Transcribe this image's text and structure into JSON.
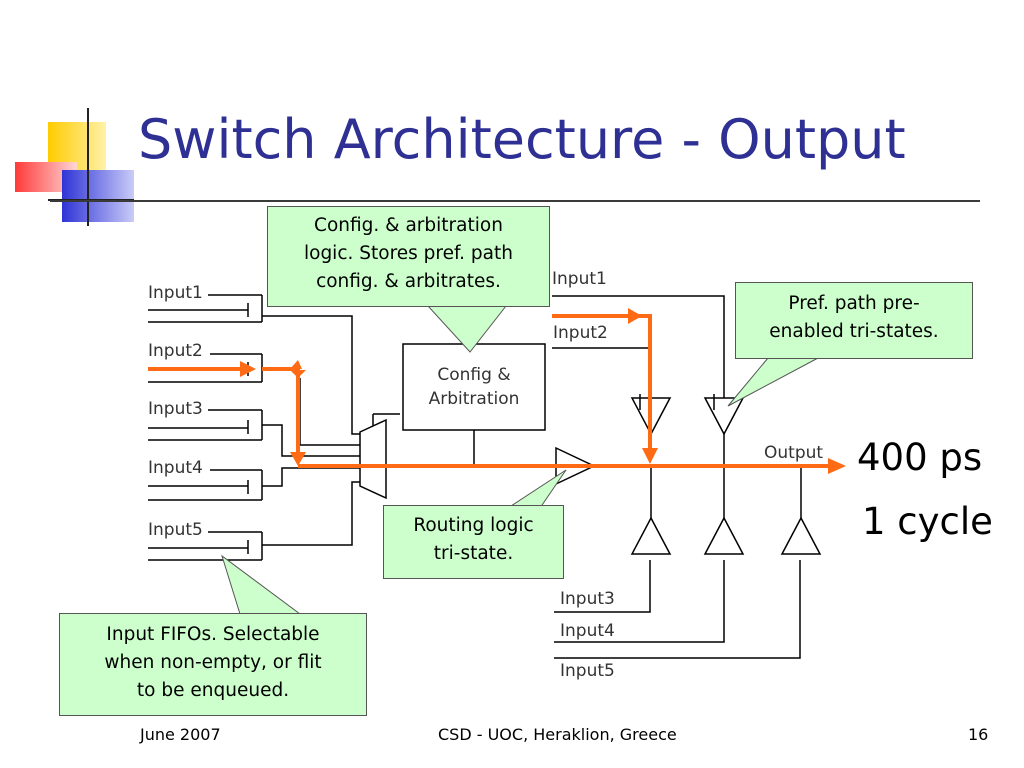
{
  "slide": {
    "title": "Switch Architecture - Output",
    "accent_colors": {
      "title": "#2e3094",
      "route": "#ff6a14",
      "callout": "#ccffcc",
      "deco_yellow": "#ffcc00",
      "deco_red": "#ff4a4a",
      "deco_blue": "#2f34d6"
    }
  },
  "diagram": {
    "inputs_left": [
      "Input1",
      "Input2",
      "Input3",
      "Input4",
      "Input5"
    ],
    "inputs_right": [
      "Input1",
      "Input2",
      "Input3",
      "Input4",
      "Input5"
    ],
    "config_box_line1": "Config &",
    "config_box_line2": "Arbitration",
    "output_label": "Output"
  },
  "callouts": {
    "config": [
      "Config. & arbitration",
      "logic. Stores pref. path",
      "config. & arbitrates."
    ],
    "pref": [
      "Pref. path pre-",
      "enabled tri-states."
    ],
    "routing": [
      "Routing logic",
      "tri-state."
    ],
    "fifo": [
      "Input FIFOs. Selectable",
      "when non-empty, or flit",
      "to be enqueued."
    ]
  },
  "timing": {
    "latency": "400 ps",
    "cycles": "1 cycle"
  },
  "footer": {
    "date": "June 2007",
    "org": "CSD - UOC, Heraklion, Greece",
    "page": "16"
  }
}
